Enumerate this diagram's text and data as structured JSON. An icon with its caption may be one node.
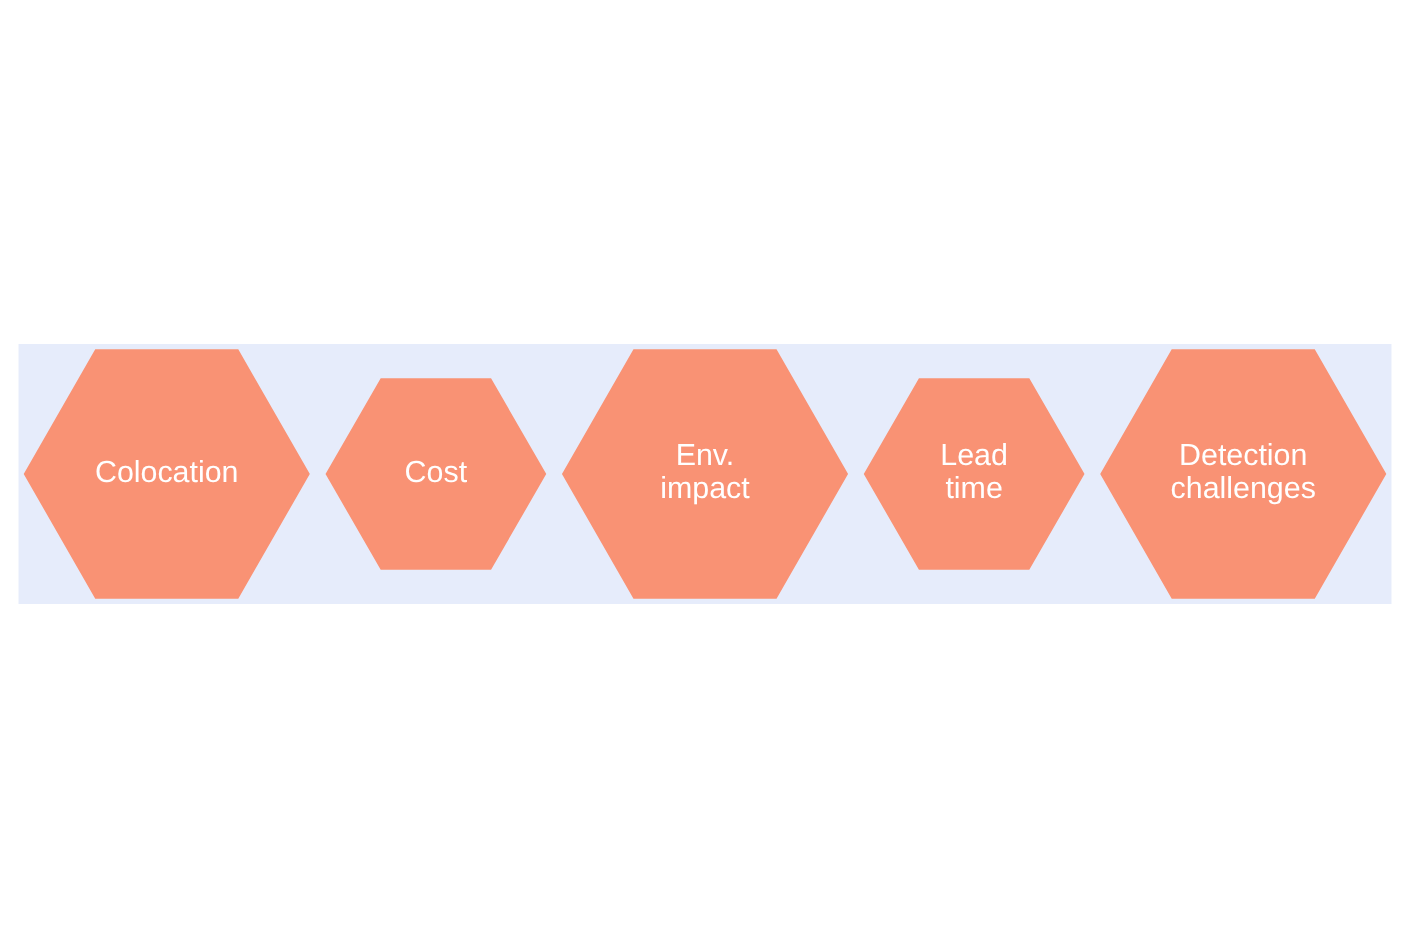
{
  "diagram": {
    "nodes": [
      {
        "text": [
          "Colocation"
        ]
      },
      {
        "text": [
          "Cost"
        ]
      },
      {
        "text": [
          "Env. impact"
        ]
      },
      {
        "text": [
          "Lead time"
        ]
      },
      {
        "text": [
          "Detection challenges"
        ]
      }
    ]
  }
}
